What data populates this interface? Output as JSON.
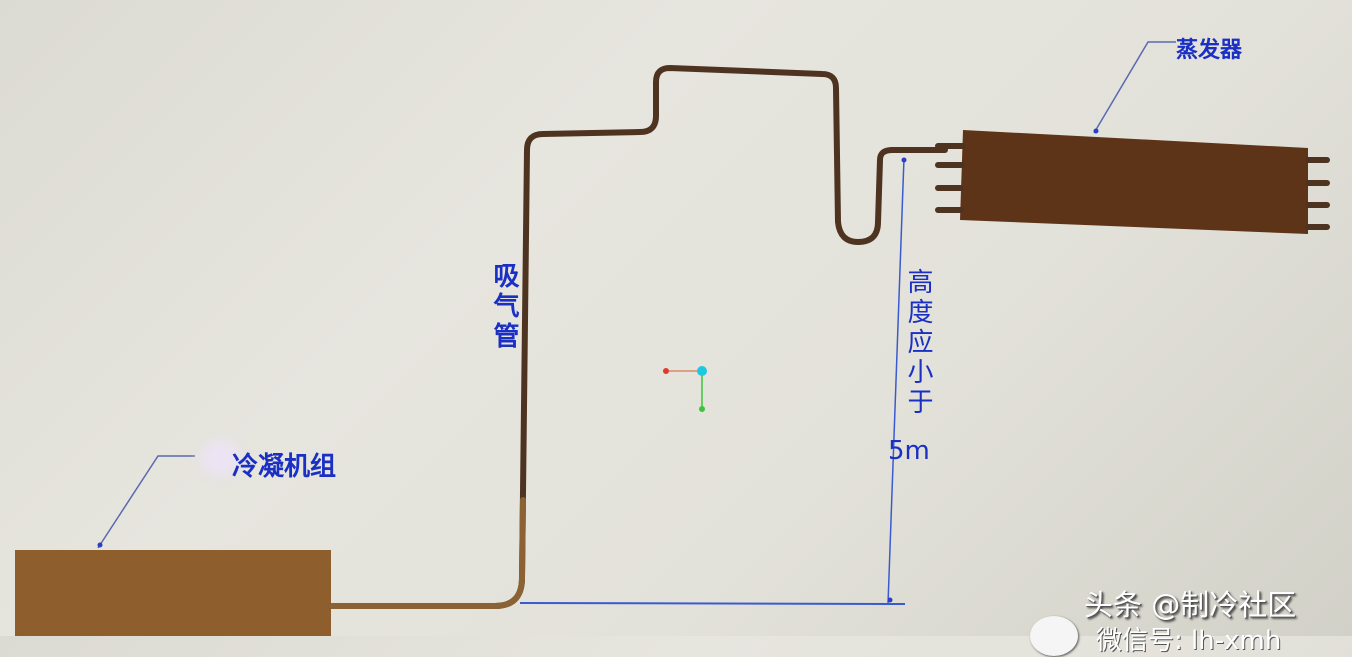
{
  "diagram": {
    "type": "refrigeration-piping-layout",
    "components": {
      "evaporator": {
        "label": "蒸发器",
        "color": "#5c3317"
      },
      "condensing_unit": {
        "label": "冷凝机组",
        "color": "#8b5e2b"
      },
      "suction_pipe": {
        "label": "吸气管",
        "color": "#4a2e1a"
      }
    },
    "dimension": {
      "label": "高度应小于",
      "value": "5m",
      "line_color": "#3a5bd0"
    },
    "axis_marker": {
      "x_color": "#e03a2a",
      "y_color": "#3cc43c",
      "origin_color": "#1ec8e0"
    },
    "label_color": "#1a2fc4"
  },
  "watermark": {
    "line1": "头条 @制冷社区",
    "line2": "微信号: lh-xmh"
  }
}
